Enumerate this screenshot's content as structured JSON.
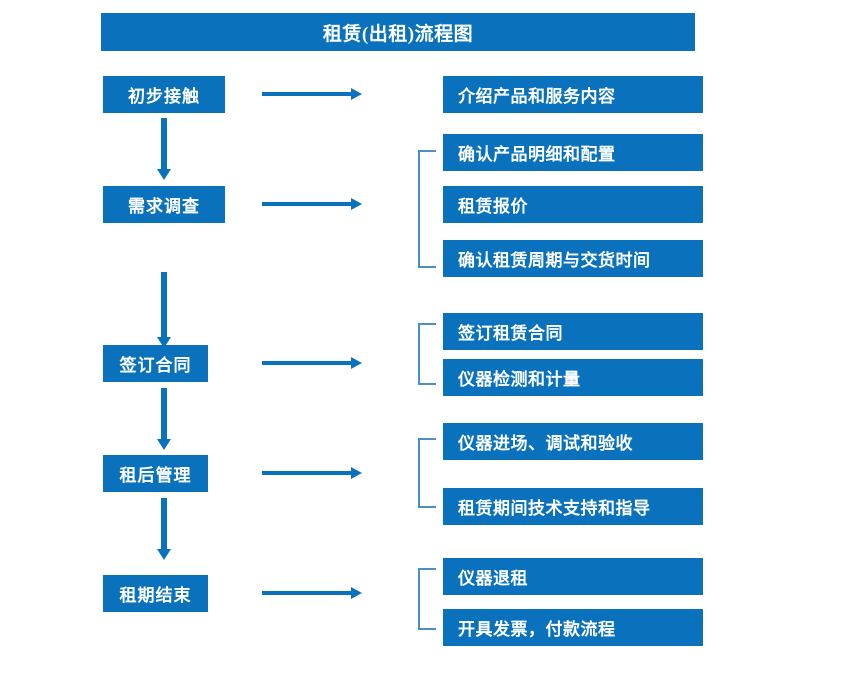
{
  "diagram": {
    "title": "租赁(出租)流程图",
    "accent_color": "#0A72BC",
    "bracket_color": "#4A90C8",
    "text_color": "#FFFFFF"
  },
  "stages": [
    {
      "left_label": "初步接触",
      "right_items": [
        "介绍产品和服务内容"
      ]
    },
    {
      "left_label": "需求调查",
      "right_items": [
        "确认产品明细和配置",
        "租赁报价",
        "确认租赁周期与交货时间"
      ]
    },
    {
      "left_label": "签订合同",
      "right_items": [
        "签订租赁合同",
        "仪器检测和计量"
      ]
    },
    {
      "left_label": "租后管理",
      "right_items": [
        "仪器进场、调试和验收",
        "租赁期间技术支持和指导"
      ]
    },
    {
      "left_label": "租期结束",
      "right_items": [
        "仪器退租",
        "开具发票，付款流程"
      ]
    }
  ]
}
